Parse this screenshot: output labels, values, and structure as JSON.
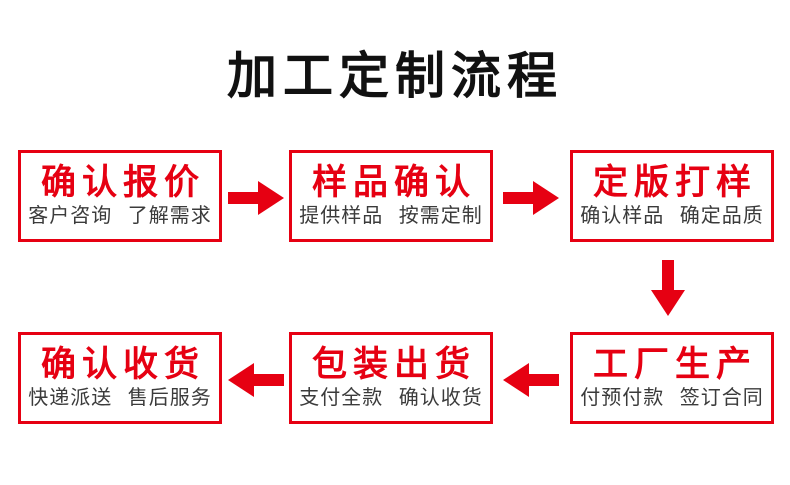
{
  "title": "加工定制流程",
  "colors": {
    "accent_red": "#e60012",
    "title_black": "#111111",
    "subtext_gray": "#3b3b3b",
    "background": "#ffffff"
  },
  "flow": {
    "steps": [
      {
        "heading": "确认报价",
        "subtext": "客户咨询 了解需求"
      },
      {
        "heading": "样品确认",
        "subtext": "提供样品 按需定制"
      },
      {
        "heading": "定版打样",
        "subtext": "确认样品 确定品质"
      },
      {
        "heading": "工厂生产",
        "subtext": "付预付款 签订合同"
      },
      {
        "heading": "包装出货",
        "subtext": "支付全款 确认收货"
      },
      {
        "heading": "确认收货",
        "subtext": "快递派送 售后服务"
      }
    ],
    "arrows": [
      {
        "from": "确认报价",
        "to": "样品确认",
        "direction": "right"
      },
      {
        "from": "样品确认",
        "to": "定版打样",
        "direction": "right"
      },
      {
        "from": "定版打样",
        "to": "工厂生产",
        "direction": "down"
      },
      {
        "from": "工厂生产",
        "to": "包装出货",
        "direction": "left"
      },
      {
        "from": "包装出货",
        "to": "确认收货",
        "direction": "left"
      }
    ]
  }
}
